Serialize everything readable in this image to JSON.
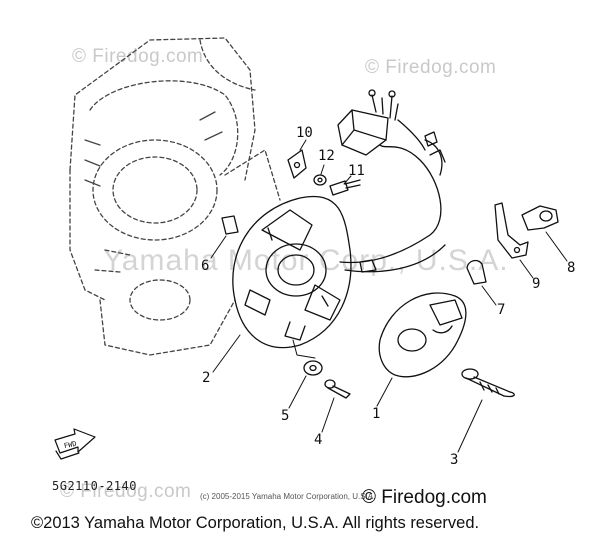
{
  "watermarks": {
    "top_left": "© Firedog.com",
    "top_right": "© Firedog.com",
    "middle": "Yamaha Motor Corp., U.S.A.",
    "bottom_left": "© Firedog.com"
  },
  "callouts": [
    "1",
    "2",
    "3",
    "4",
    "5",
    "6",
    "7",
    "8",
    "9",
    "10",
    "11",
    "12"
  ],
  "arrow_label": "FWD",
  "part_code": "5G2110-2140",
  "small_copyright": "(c) 2005-2015 Yamaha Motor Corporation, U.S.A.",
  "brand_watermark": "© Firedog.com",
  "footer_copyright": "©2013 Yamaha Motor Corporation, U.S.A. All rights reserved."
}
